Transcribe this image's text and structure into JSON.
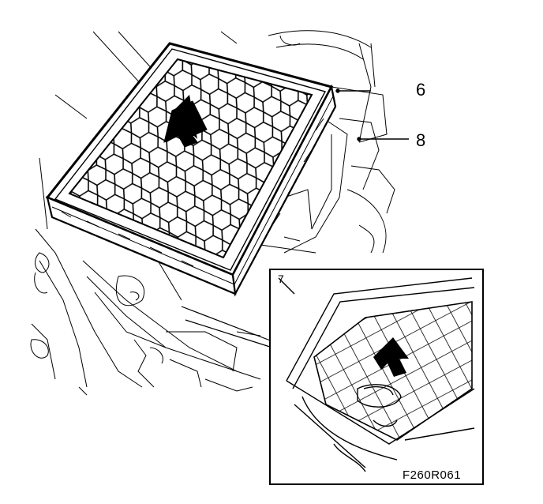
{
  "diagram": {
    "labels": {
      "part_6": "6",
      "part_8": "8",
      "part_7": "7"
    },
    "figure_code": "F260R061",
    "colors": {
      "ink": "#000000",
      "paper": "#ffffff"
    }
  }
}
